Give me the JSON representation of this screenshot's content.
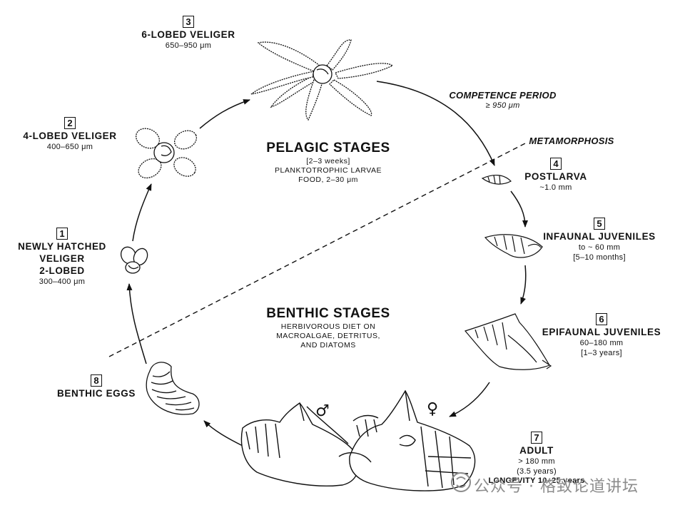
{
  "stages": {
    "s1": {
      "num": "1",
      "title": [
        "NEWLY HATCHED",
        "VELIGER",
        "2-LOBED"
      ],
      "size": "300–400 μm"
    },
    "s2": {
      "num": "2",
      "title": "4-LOBED VELIGER",
      "size": "400–650 μm"
    },
    "s3": {
      "num": "3",
      "title": "6-LOBED VELIGER",
      "size": "650–950 μm"
    },
    "s4": {
      "num": "4",
      "title": "POSTLARVA",
      "size": "~1.0 mm"
    },
    "s5": {
      "num": "5",
      "title": "INFAUNAL JUVENILES",
      "size": "to ~ 60 mm",
      "duration": "[5–10 months]"
    },
    "s6": {
      "num": "6",
      "title": "EPIFAUNAL JUVENILES",
      "size": "60–180 mm",
      "duration": "[1–3 years]"
    },
    "s7": {
      "num": "7",
      "title": "ADULT",
      "size": "> 180 mm",
      "duration": "(3.5 years)",
      "longevity": "LONGEVITY 10–25 years"
    },
    "s8": {
      "num": "8",
      "title": "BENTHIC EGGS"
    }
  },
  "competence": {
    "title": "COMPETENCE PERIOD",
    "value": "≥ 950 μm"
  },
  "metamorphosis": "METAMORPHOSIS",
  "pelagic": {
    "title": "PELAGIC STAGES",
    "lines": [
      "[2–3 weeks]",
      "PLANKTOTROPHIC LARVAE",
      "FOOD, 2–30 μm"
    ]
  },
  "benthic": {
    "title": "BENTHIC STAGES",
    "lines": [
      "HERBIVOROUS DIET ON",
      "MACROALGAE, DETRITUS,",
      "AND DIATOMS"
    ]
  },
  "symbols": {
    "male": "♂",
    "female": "♀"
  },
  "watermark": "公众号 · 格致论道讲坛",
  "colors": {
    "ink": "#111111",
    "watermark": "#8c8c8c"
  }
}
